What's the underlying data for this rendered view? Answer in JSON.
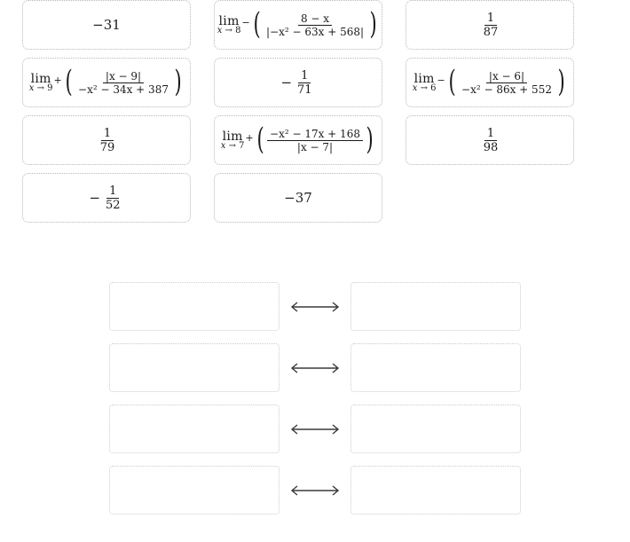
{
  "activity": {
    "type": "drag-and-drop-matching",
    "subject": "one-sided limits of rational and absolute-value expressions"
  },
  "tile_bank": {
    "rows": [
      [
        {
          "id": "tile-1",
          "kind": "value",
          "text": "−31",
          "latex": "-31"
        },
        {
          "id": "tile-2",
          "kind": "limit",
          "latex": "\\lim_{x \\to 8^-}\\left(\\frac{8-x}{|-x^2-63x+568|}\\right)",
          "limit_var": "x",
          "approach": "8",
          "side": "−",
          "numerator": "8 − x",
          "denominator": "|−x² − 63x + 568|",
          "denominator_abs": true,
          "numerator_abs": false,
          "den_terms": {
            "a": "−x²",
            "b": "− 63x",
            "c": "+ 568"
          }
        },
        {
          "id": "tile-3",
          "kind": "fraction",
          "sign": "",
          "num": "1",
          "den": "87",
          "latex": "\\frac{1}{87}"
        }
      ],
      [
        {
          "id": "tile-4",
          "kind": "limit",
          "latex": "\\lim_{x \\to 9^+}\\left(\\frac{|x-9|}{-x^2-34x+387}\\right)",
          "limit_var": "x",
          "approach": "9",
          "side": "+",
          "numerator": "|x − 9|",
          "denominator": "−x² − 34x + 387",
          "numerator_abs": true,
          "denominator_abs": false,
          "num_inner": "x − 9",
          "den_terms": {
            "a": "−x²",
            "b": "− 34x",
            "c": "+ 387"
          }
        },
        {
          "id": "tile-5",
          "kind": "fraction",
          "sign": "−",
          "num": "1",
          "den": "71",
          "latex": "-\\frac{1}{71}"
        },
        {
          "id": "tile-6",
          "kind": "limit",
          "latex": "\\lim_{x \\to 6^-}\\left(\\frac{|x-6|}{-x^2-86x+552}\\right)",
          "limit_var": "x",
          "approach": "6",
          "side": "−",
          "numerator": "|x − 6|",
          "denominator": "−x² − 86x + 552",
          "numerator_abs": true,
          "denominator_abs": false,
          "num_inner": "x − 6",
          "den_terms": {
            "a": "−x²",
            "b": "− 86x",
            "c": "+ 552"
          }
        }
      ],
      [
        {
          "id": "tile-7",
          "kind": "fraction",
          "sign": "",
          "num": "1",
          "den": "79",
          "latex": "\\frac{1}{79}"
        },
        {
          "id": "tile-8",
          "kind": "limit",
          "latex": "\\lim_{x \\to 7^+}\\left(\\frac{-x^2-17x+168}{|x-7|}\\right)",
          "limit_var": "x",
          "approach": "7",
          "side": "+",
          "numerator": "−x² − 17x + 168",
          "denominator": "|x − 7|",
          "numerator_abs": false,
          "denominator_abs": true,
          "den_inner": "x − 7",
          "num_terms": {
            "a": "−x²",
            "b": "− 17x",
            "c": "+ 168"
          }
        },
        {
          "id": "tile-9",
          "kind": "fraction",
          "sign": "",
          "num": "1",
          "den": "98",
          "latex": "\\frac{1}{98}"
        }
      ],
      [
        {
          "id": "tile-10",
          "kind": "fraction",
          "sign": "−",
          "num": "1",
          "den": "52",
          "latex": "-\\frac{1}{52}"
        },
        {
          "id": "tile-11",
          "kind": "value",
          "text": "−37",
          "latex": "-37"
        }
      ]
    ]
  },
  "match_area": {
    "arrow_glyph": "⟷",
    "rows": [
      {
        "left_value": "",
        "right_value": ""
      },
      {
        "left_value": "",
        "right_value": ""
      },
      {
        "left_value": "",
        "right_value": ""
      },
      {
        "left_value": "",
        "right_value": ""
      }
    ]
  },
  "symbols": {
    "lim": "lim",
    "arrow_to": "→",
    "minus": "−",
    "plus": "+",
    "var_x": "x",
    "paren_open": "(",
    "paren_close": ")",
    "abs_bar": "|"
  },
  "colors": {
    "tile_border": "#b8b8b8",
    "dropzone_border": "#cccccc",
    "text": "#1a1a1a",
    "background": "#ffffff",
    "arrow": "#3a3a3a"
  }
}
